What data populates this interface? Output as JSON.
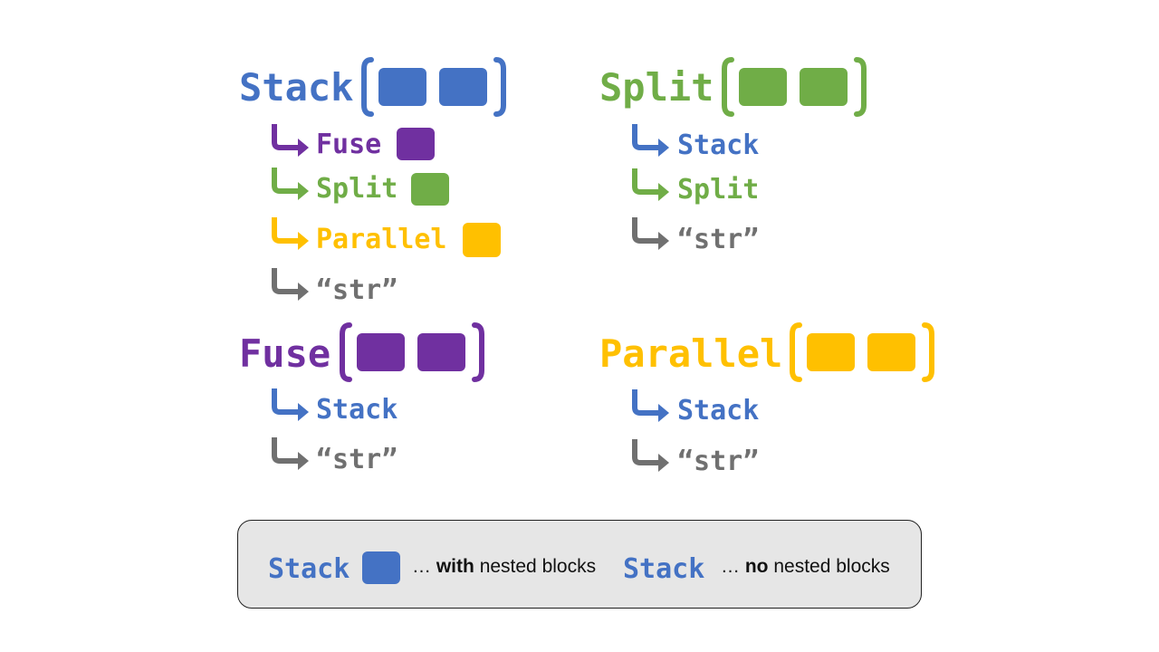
{
  "colors": {
    "blue": "#4472c4",
    "green": "#70ad47",
    "purple": "#7030a0",
    "yellow": "#ffc000",
    "gray": "#707070"
  },
  "blocks": {
    "stack": {
      "title": "Stack",
      "children": [
        {
          "label": "Fuse",
          "color": "purple",
          "nested": true
        },
        {
          "label": "Split",
          "color": "green",
          "nested": true
        },
        {
          "label": "Parallel",
          "color": "yellow",
          "nested": true
        },
        {
          "label": "“str”",
          "color": "gray",
          "nested": false
        }
      ]
    },
    "split": {
      "title": "Split",
      "children": [
        {
          "label": "Stack",
          "color": "blue",
          "nested": false
        },
        {
          "label": "Split",
          "color": "green",
          "nested": false
        },
        {
          "label": "“str”",
          "color": "gray",
          "nested": false
        }
      ]
    },
    "fuse": {
      "title": "Fuse",
      "children": [
        {
          "label": "Stack",
          "color": "blue",
          "nested": false
        },
        {
          "label": "“str”",
          "color": "gray",
          "nested": false
        }
      ]
    },
    "parallel": {
      "title": "Parallel",
      "children": [
        {
          "label": "Stack",
          "color": "blue",
          "nested": false
        },
        {
          "label": "“str”",
          "color": "gray",
          "nested": false
        }
      ]
    }
  },
  "legend": {
    "with_label": "Stack",
    "with_prefix": "…",
    "with_bold": "with",
    "with_suffix": "nested blocks",
    "no_label": "Stack",
    "no_prefix": "…",
    "no_bold": "no",
    "no_suffix": "nested blocks"
  }
}
